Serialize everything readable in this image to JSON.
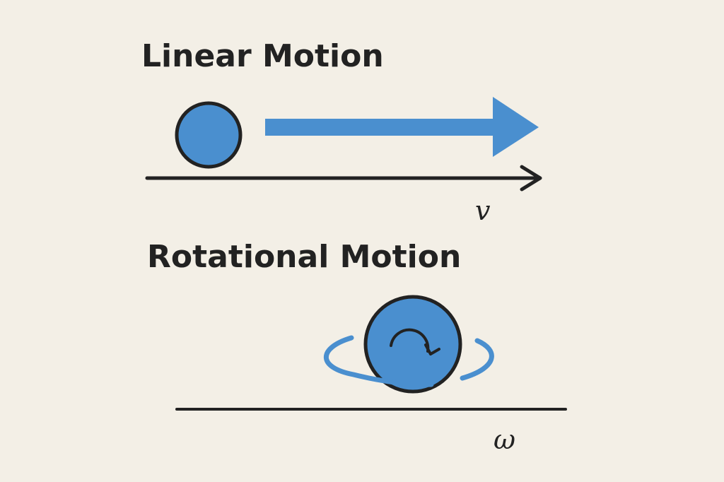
{
  "linear": {
    "title": "Linear Motion",
    "symbol": "v"
  },
  "rotational": {
    "title": "Rotational Motion",
    "symbol": "ω"
  },
  "colors": {
    "background": "#f3efe6",
    "blue": "#4a8fcf",
    "ink": "#222222"
  }
}
